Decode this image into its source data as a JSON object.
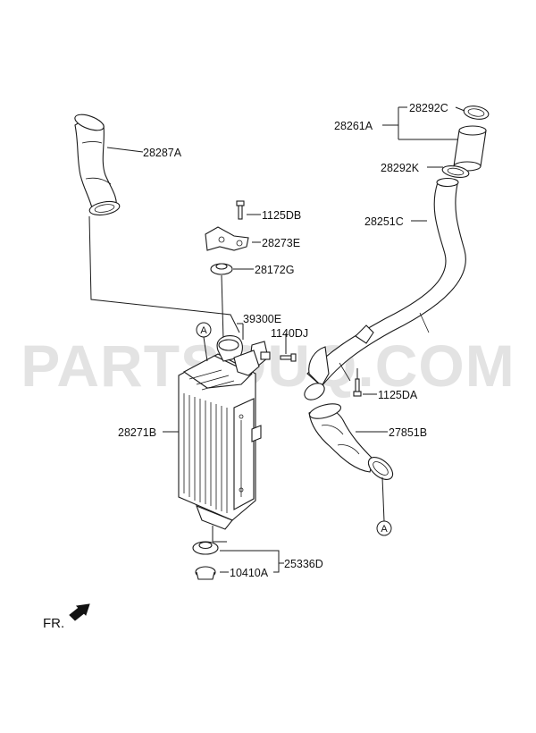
{
  "watermark": "PARTSOUQ.COM",
  "orientation_label": "FR.",
  "callout_marker": "A",
  "parts": {
    "p28287A": "28287A",
    "p1125DB": "1125DB",
    "p28273E": "28273E",
    "p28172G": "28172G",
    "p39300E": "39300E",
    "p1140DJ": "1140DJ",
    "p28271B": "28271B",
    "p25336D": "25336D",
    "p10410A": "10410A",
    "p28292C": "28292C",
    "p28261A": "28261A",
    "p28292K": "28292K",
    "p28251C": "28251C",
    "p1125DA": "1125DA",
    "p27851B": "27851B"
  }
}
